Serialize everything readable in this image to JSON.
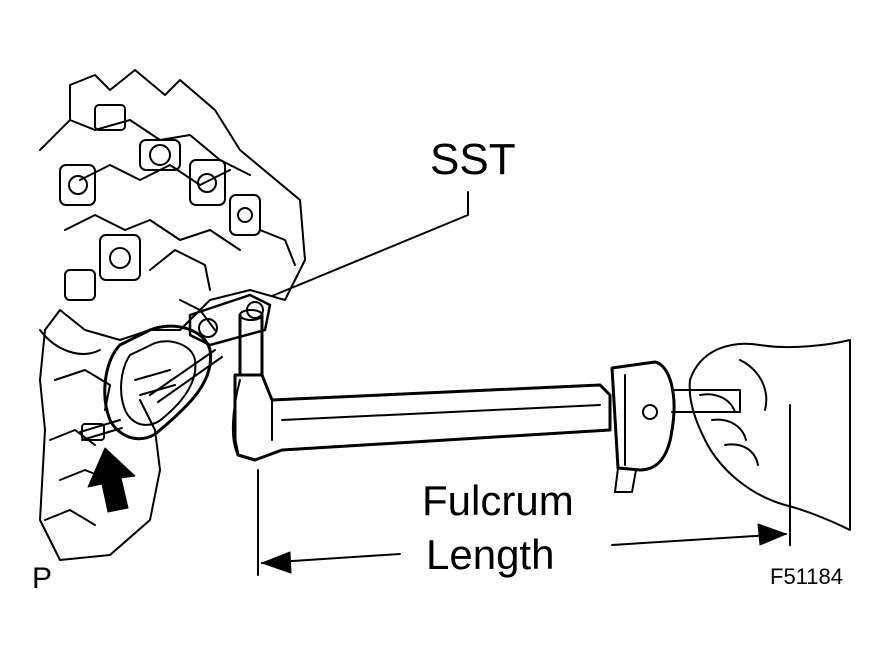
{
  "labels": {
    "tool": "SST",
    "measure_line1": "Fulcrum",
    "measure_line2": "Length",
    "view_marker": "P",
    "figure_id": "F51184"
  },
  "colors": {
    "ink": "#000000",
    "paper": "#ffffff"
  },
  "icons": {
    "direction_arrow": "up-arrow-icon",
    "dimension_arrows": "double-headed-dimension-arrow"
  }
}
